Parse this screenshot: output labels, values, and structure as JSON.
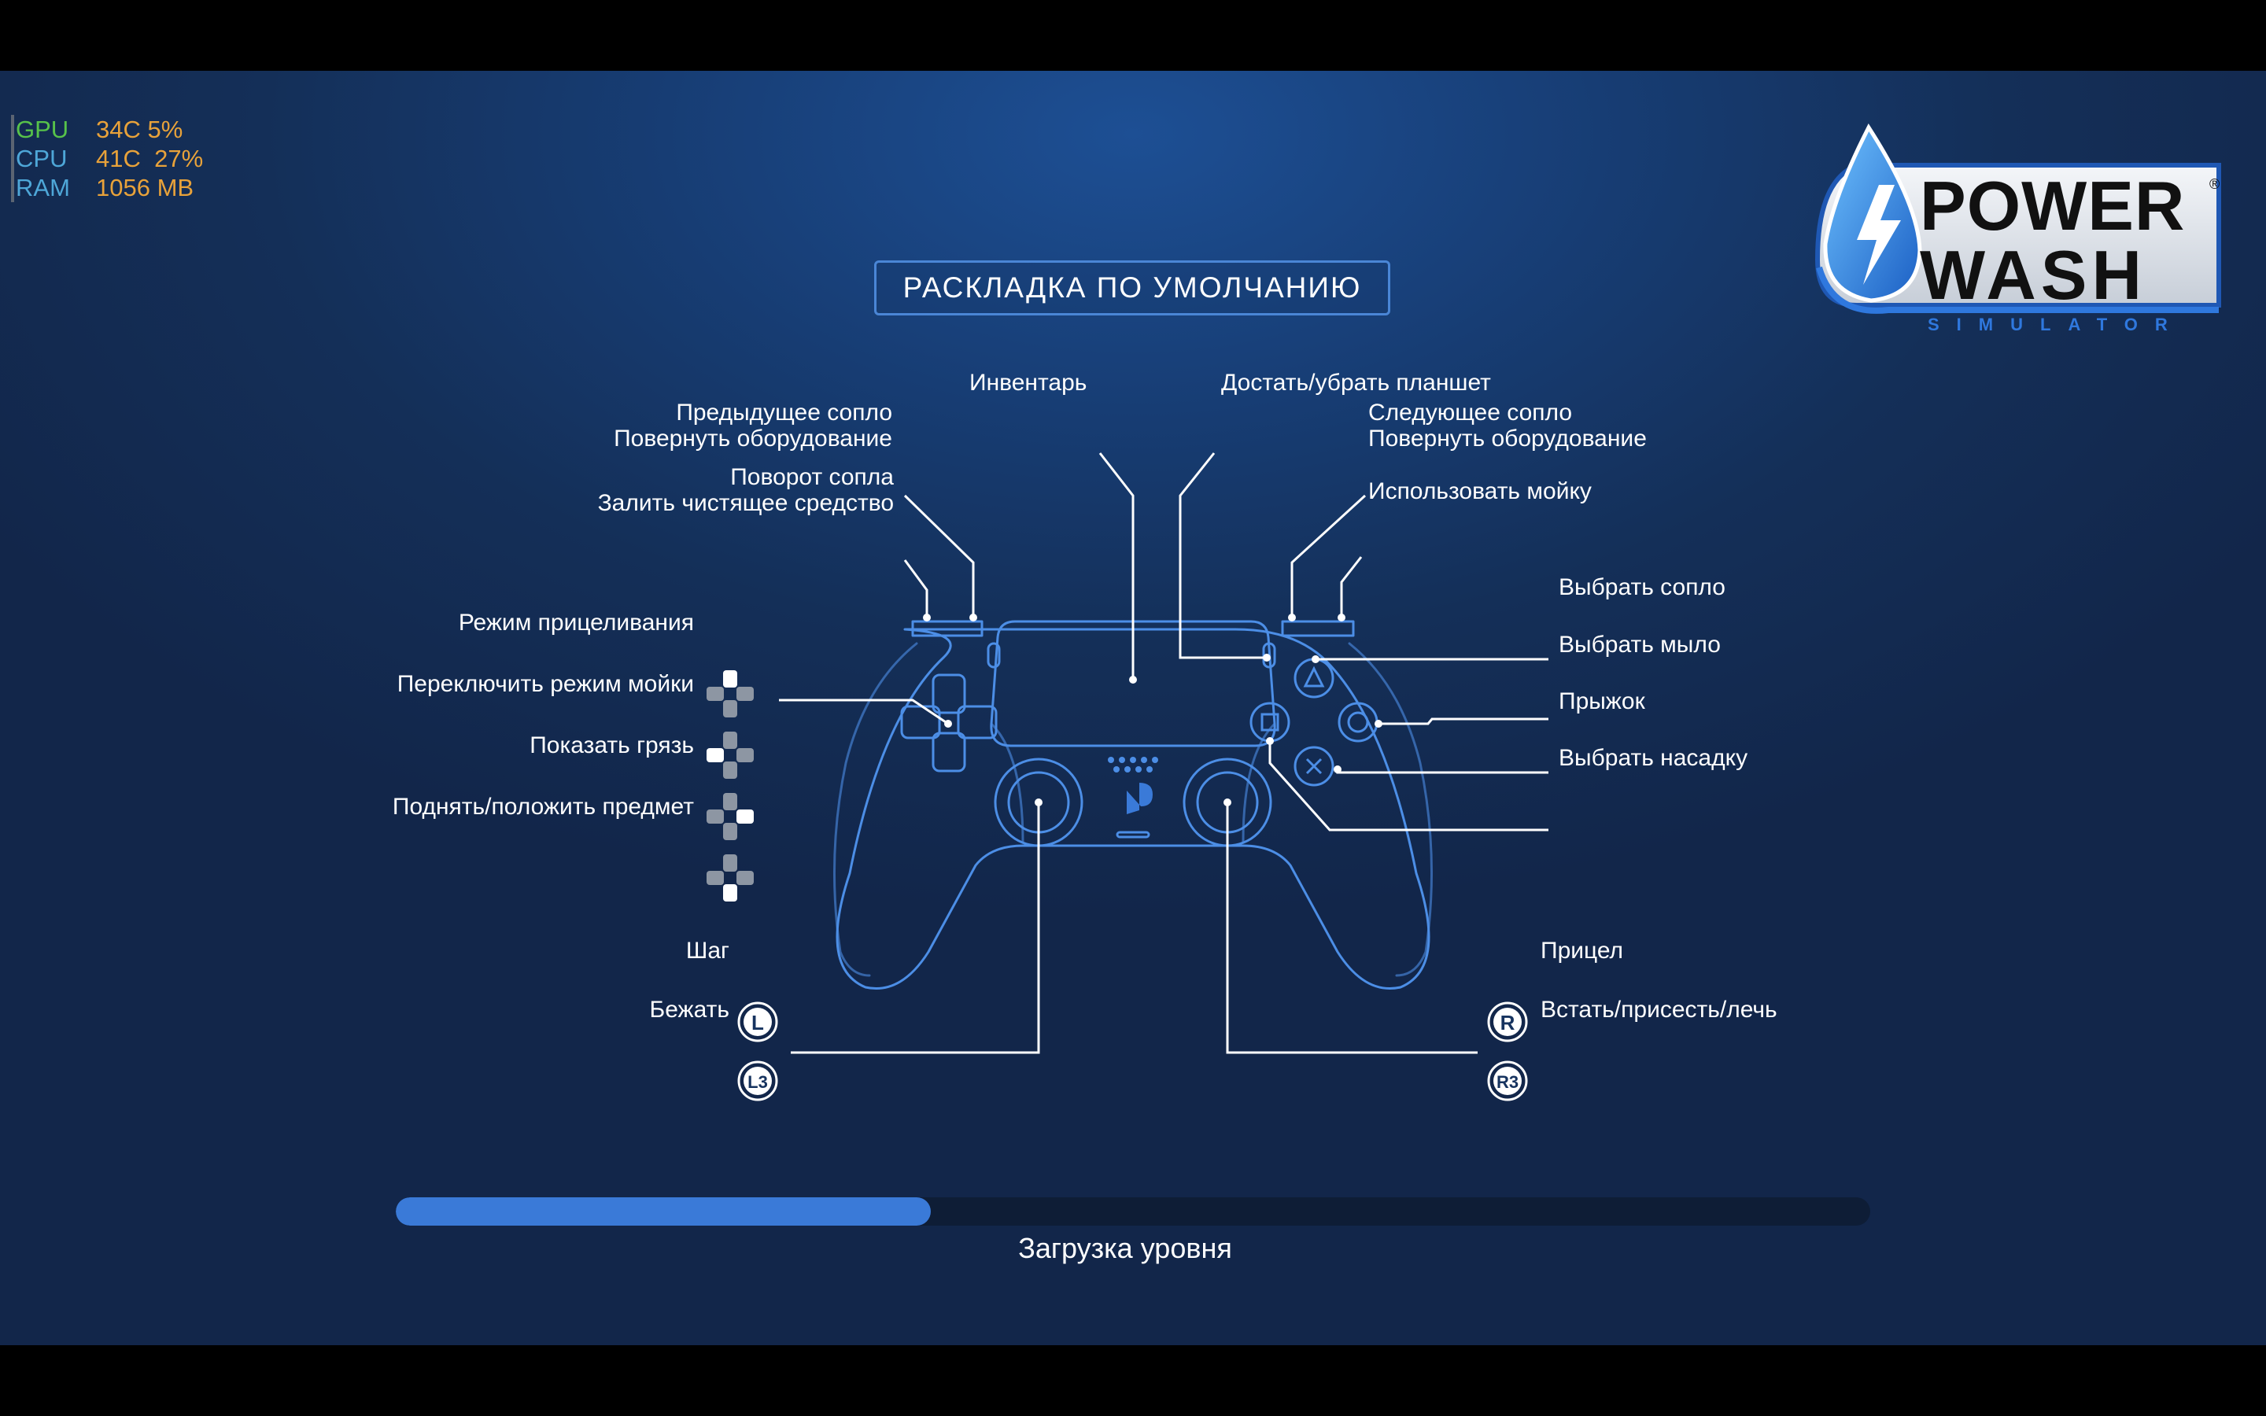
{
  "hud": {
    "rows": [
      {
        "key": "GPU",
        "val": "34C 5%",
        "color": "#57c24a"
      },
      {
        "key": "CPU",
        "val": "41C  27%",
        "color": "#4ea7d8"
      },
      {
        "key": "RAM",
        "val": "1056 MB",
        "color": "#4ea7d8"
      }
    ]
  },
  "title": "РАСКЛАДКА ПО УМОЛЧАНИЮ",
  "logo": {
    "line1": "POWER",
    "line2": "WASH",
    "line3": "SIMULATOR",
    "mark": "®"
  },
  "labels": {
    "inventory": "Инвентарь",
    "tablet": "Достать/убрать планшет",
    "l1_a": "Предыдущее сопло",
    "l1_b": "Повернуть оборудование",
    "l2_a": "Поворот сопла",
    "l2_b": "Залить чистящее средство",
    "r1_a": "Следующее сопло",
    "r1_b": "Повернуть оборудование",
    "r2": "Использовать мойку",
    "triangle": "Выбрать сопло",
    "circle": "Выбрать мыло",
    "cross": "Прыжок",
    "square": "Выбрать насадку",
    "dpad_up": "Режим прицеливания",
    "dpad_left": "Переключить режим мойки",
    "dpad_right": "Показать грязь",
    "dpad_down": "Поднять/положить предмет",
    "l_stick": "Шаг",
    "l3": "Бежать",
    "r_stick": "Прицел",
    "r3": "Встать/присесть/лечь"
  },
  "badges": {
    "l": "L",
    "l3": "L3",
    "r": "R",
    "r3": "R3"
  },
  "progress": {
    "value": 0.363,
    "label": "Загрузка уровня"
  }
}
